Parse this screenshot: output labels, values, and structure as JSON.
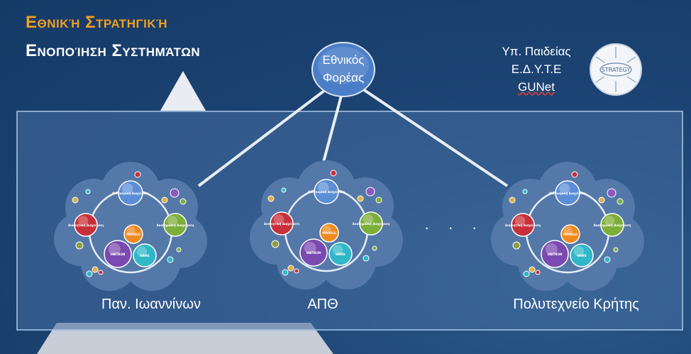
{
  "title": {
    "line1": "Εθνική Στρατηγική",
    "line2": "Ενοποίηση Συστημάτων"
  },
  "central_node": {
    "line1": "Εθνικός",
    "line2": "Φορέας"
  },
  "ministry": {
    "line1": "Υπ. Παιδείας",
    "line2": "Ε.Δ.Υ.Τ.Ε",
    "line3": "GUNet"
  },
  "strategy_badge": "STRATEGY",
  "clusters": [
    {
      "label": "Παν. Ιωαννίνων"
    },
    {
      "label": "ΑΠΘ"
    },
    {
      "label": "Πολυτεχνείο Κρήτης"
    }
  ],
  "ellipsis": "· · ·",
  "cluster_items": {
    "top": "Οικονομική Διαχείριση",
    "left": "Διοικητική Διαχείριση",
    "right": "Ακαδημαϊκή Διαχείριση",
    "center": "MOODLE",
    "bottom_left": "UNITRON",
    "bottom_right": "HRMS"
  },
  "colors": {
    "accent_title": "#f0a020",
    "band_border": "#b4cdeb",
    "top_node": "#5b8ed6",
    "left_node": "#c8303a",
    "right_node": "#7cae3a",
    "center_node": "#f08a20",
    "bottom_left_node": "#7a4ab0",
    "bottom_right_node": "#30b8c8"
  }
}
